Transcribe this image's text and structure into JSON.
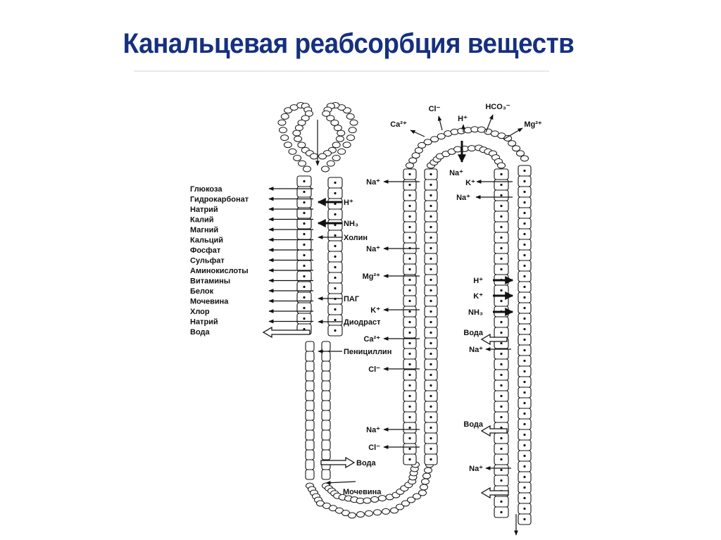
{
  "title": "Канальцевая реабсорбция веществ",
  "colors": {
    "title": "#16307e",
    "ink": "#111111"
  },
  "proximal_reabsorbed": [
    "Глюкоза",
    "Гидрокарбонат",
    "Натрий",
    "Калий",
    "Магний",
    "Кальций",
    "Фосфат",
    "Сульфат",
    "Аминокислоты",
    "Витамины",
    "Белок",
    "Мочевина",
    "Хлор",
    "Натрий",
    "Вода"
  ],
  "proximal_secreted": [
    "H⁺",
    "NH₃",
    "Холин",
    "ПАГ",
    "Диодраст",
    "Пенициллин"
  ],
  "descending_limb": {
    "water_label": "Вода",
    "urea_label": "Мочевина"
  },
  "ascending_limb": [
    "Na⁺",
    "Na⁺",
    "Mg²⁺",
    "K⁺",
    "Ca²⁺",
    "Cl⁻",
    "Na⁺",
    "Cl⁻"
  ],
  "distal_top": [
    "Ca²⁺",
    "Cl⁻",
    "H⁺",
    "HCO₃⁻",
    "Mg²⁺"
  ],
  "distal_reabsorbed_top": [
    "Na⁺",
    "K⁺",
    "Na⁺"
  ],
  "distal_right": [
    "H⁺",
    "K⁺",
    "NH₃",
    "Вода",
    "Na⁺",
    "Вода",
    "Na⁺"
  ]
}
